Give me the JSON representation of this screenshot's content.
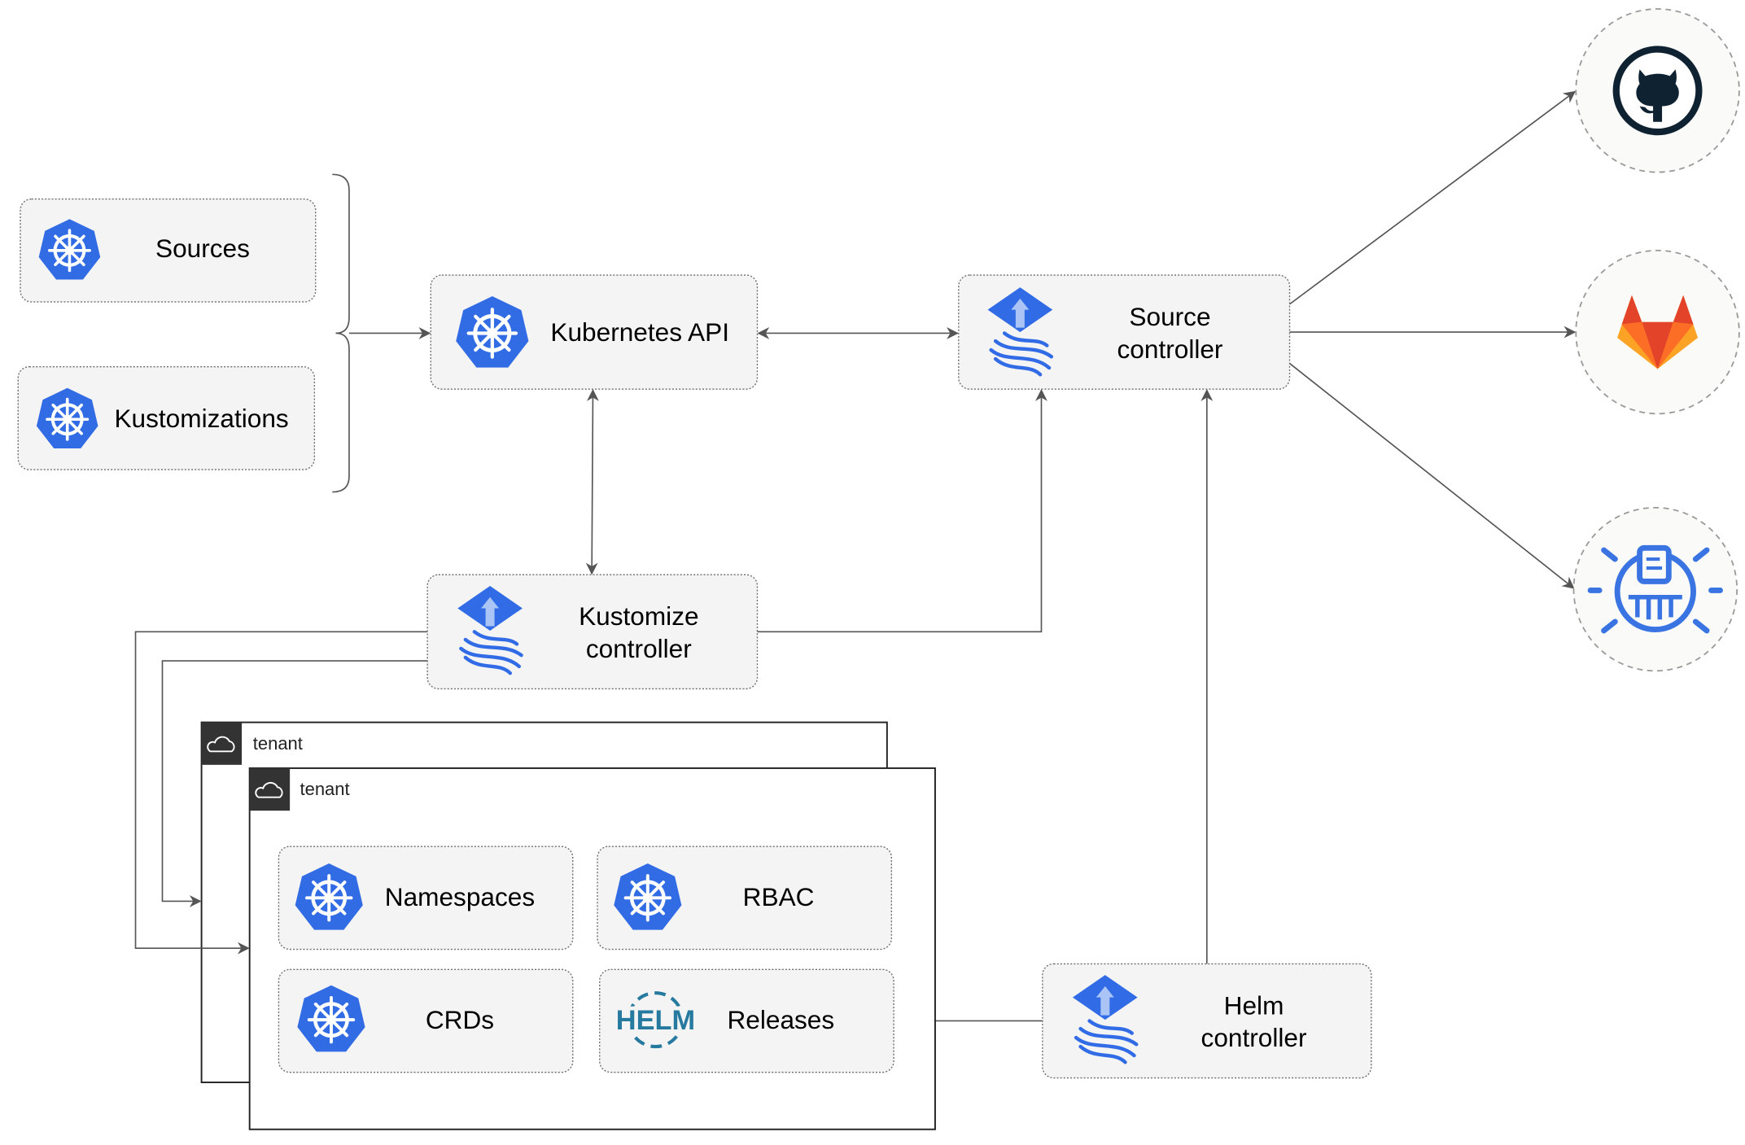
{
  "nodes": {
    "sources": "Sources",
    "kustomizations": "Kustomizations",
    "kubernetes_api": "Kubernetes API",
    "source_controller": [
      "Source",
      "controller"
    ],
    "kustomize_controller": [
      "Kustomize",
      "controller"
    ],
    "helm_controller": [
      "Helm",
      "controller"
    ],
    "namespaces": "Namespaces",
    "rbac": "RBAC",
    "crds": "CRDs",
    "releases": "Releases"
  },
  "tenants": [
    "tenant",
    "tenant"
  ],
  "helm_logo_text": "HELM",
  "external": [
    {
      "name": "github",
      "icon": "github-icon"
    },
    {
      "name": "gitlab",
      "icon": "gitlab-icon"
    },
    {
      "name": "helm-repository",
      "icon": "harbor-icon"
    }
  ],
  "colors": {
    "k8s_blue": "#326ce5",
    "flux_blue": "#316ce6",
    "gitlab_orange": "#e24329",
    "github_dark": "#0f2232",
    "helm_teal": "#277a9f"
  }
}
